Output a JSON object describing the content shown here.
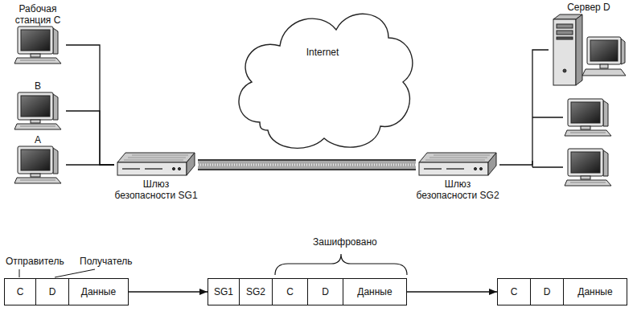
{
  "diagram": {
    "nodes": [
      {
        "text": [
          "Рабочая станция C"
        ]
      },
      {
        "text": [
          "B"
        ]
      },
      {
        "text": [
          "A"
        ]
      },
      {
        "text": [
          "Шлюз безопасности SG1"
        ]
      },
      {
        "text": [
          "Internet"
        ]
      },
      {
        "text": [
          "Шлюз безопасности SG2"
        ]
      },
      {
        "text": [
          "Сервер D"
        ]
      },
      {
        "text": [
          "C"
        ]
      },
      {
        "text": [
          "D"
        ]
      },
      {
        "text": [
          "Данные"
        ]
      },
      {
        "text": [
          "SG1"
        ]
      },
      {
        "text": [
          "SG2"
        ]
      },
      {
        "text": [
          "C"
        ]
      },
      {
        "text": [
          "D"
        ]
      },
      {
        "text": [
          "Данные"
        ]
      },
      {
        "text": [
          "C"
        ]
      },
      {
        "text": [
          "D"
        ]
      },
      {
        "text": [
          "Данные"
        ]
      }
    ],
    "edges": [
      {
        "from": 0,
        "to": 3,
        "arrow": "none"
      },
      {
        "from": 1,
        "to": 3,
        "arrow": "none"
      },
      {
        "from": 2,
        "to": 3,
        "arrow": "none"
      },
      {
        "from": 3,
        "to": 5,
        "arrow": "none"
      },
      {
        "from": 5,
        "to": 6,
        "arrow": "none"
      },
      {
        "from": 9,
        "to": 10,
        "arrow": "to"
      },
      {
        "from": 14,
        "to": 15,
        "arrow": "to"
      }
    ],
    "labels": [
      "Отправитель",
      "Получатель",
      "Зашифровано"
    ]
  }
}
